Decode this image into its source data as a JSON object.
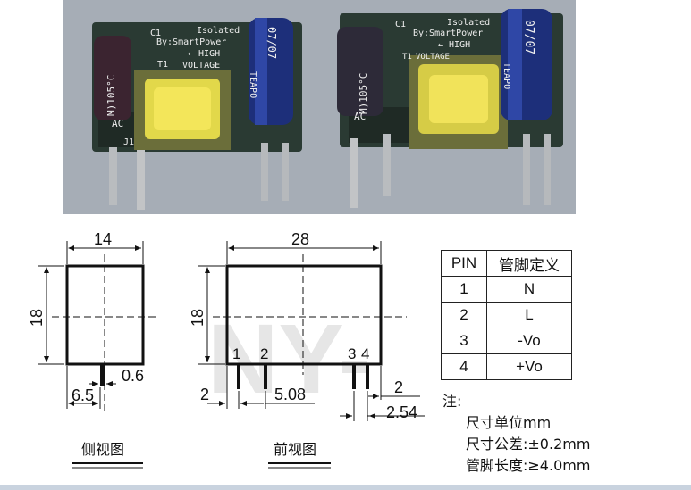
{
  "photo": {
    "left_module": {
      "silk_top": "C1",
      "silk_isolated": "Isolated",
      "silk_by": "By:SmartPower",
      "silk_high": "← HIGH",
      "silk_t1": "T1",
      "silk_voltage": "VOLTAGE",
      "silk_ac": "AC",
      "silk_j1": "J1",
      "cap_left_text": "M)105°C",
      "cap_right_text": "07/07",
      "cap_right_brand": "TEAPO"
    },
    "right_module": {
      "silk_top": "C1",
      "silk_isolated": "Isolated",
      "silk_by": "By:SmartPower",
      "silk_high": "← HIGH",
      "silk_t1": "T1",
      "silk_voltage": "VOLTAGE",
      "silk_ac": "AC",
      "cap_left_text": "M)105°C",
      "cap_right_text": "07/07",
      "cap_right_brand": "TEAPO"
    }
  },
  "side_view": {
    "width_dim": "14",
    "height_dim": "18",
    "pin_width_dim": "0.6",
    "pin_offset_dim": "6.5",
    "caption": "侧视图"
  },
  "front_view": {
    "width_dim": "28",
    "height_dim": "18",
    "left_offset_dim": "2",
    "pin_pitch_dim": "5.08",
    "right_offset_dim": "2",
    "right_pitch_dim": "2.54",
    "pin_labels": [
      "1",
      "2",
      "3",
      "4"
    ],
    "caption": "前视图",
    "watermark": "NY-"
  },
  "pin_table": {
    "headers": [
      "PIN",
      "管脚定义"
    ],
    "rows": [
      {
        "pin": "1",
        "def": "N"
      },
      {
        "pin": "2",
        "def": "L"
      },
      {
        "pin": "3",
        "def": "-Vo"
      },
      {
        "pin": "4",
        "def": "+Vo"
      }
    ]
  },
  "notes": {
    "title": "注:",
    "lines": [
      "尺寸单位mm",
      "尺寸公差:±0.2mm",
      "管脚长度:≥4.0mm"
    ]
  }
}
